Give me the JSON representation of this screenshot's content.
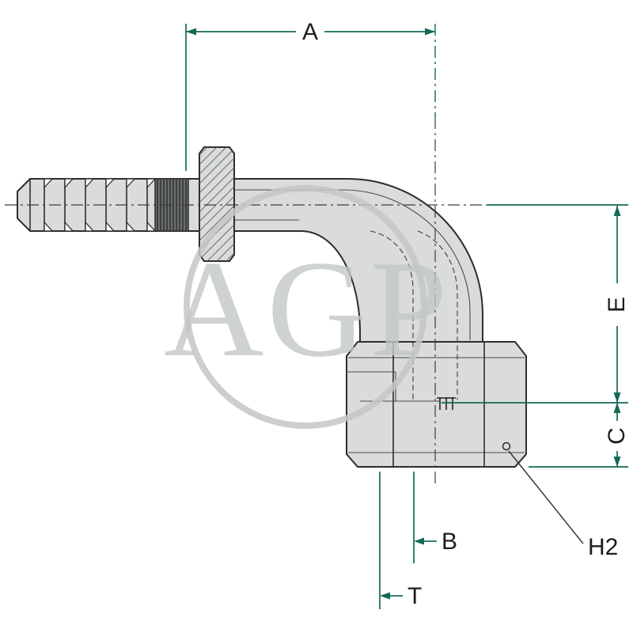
{
  "drawing": {
    "watermark_text": "AGP",
    "labels": {
      "A": "A",
      "B": "B",
      "C": "C",
      "E": "E",
      "T": "T",
      "H2": "H2"
    }
  },
  "colors": {
    "background": "#ffffff",
    "body-fill": "#d9dcda",
    "body-outline": "#2d2d2d",
    "detail-line": "#4a4a4a",
    "crimp-fill": "#6b706d",
    "dimension": "#136a57",
    "label": "#1d1d1d",
    "watermark": "#c3c7c5"
  }
}
